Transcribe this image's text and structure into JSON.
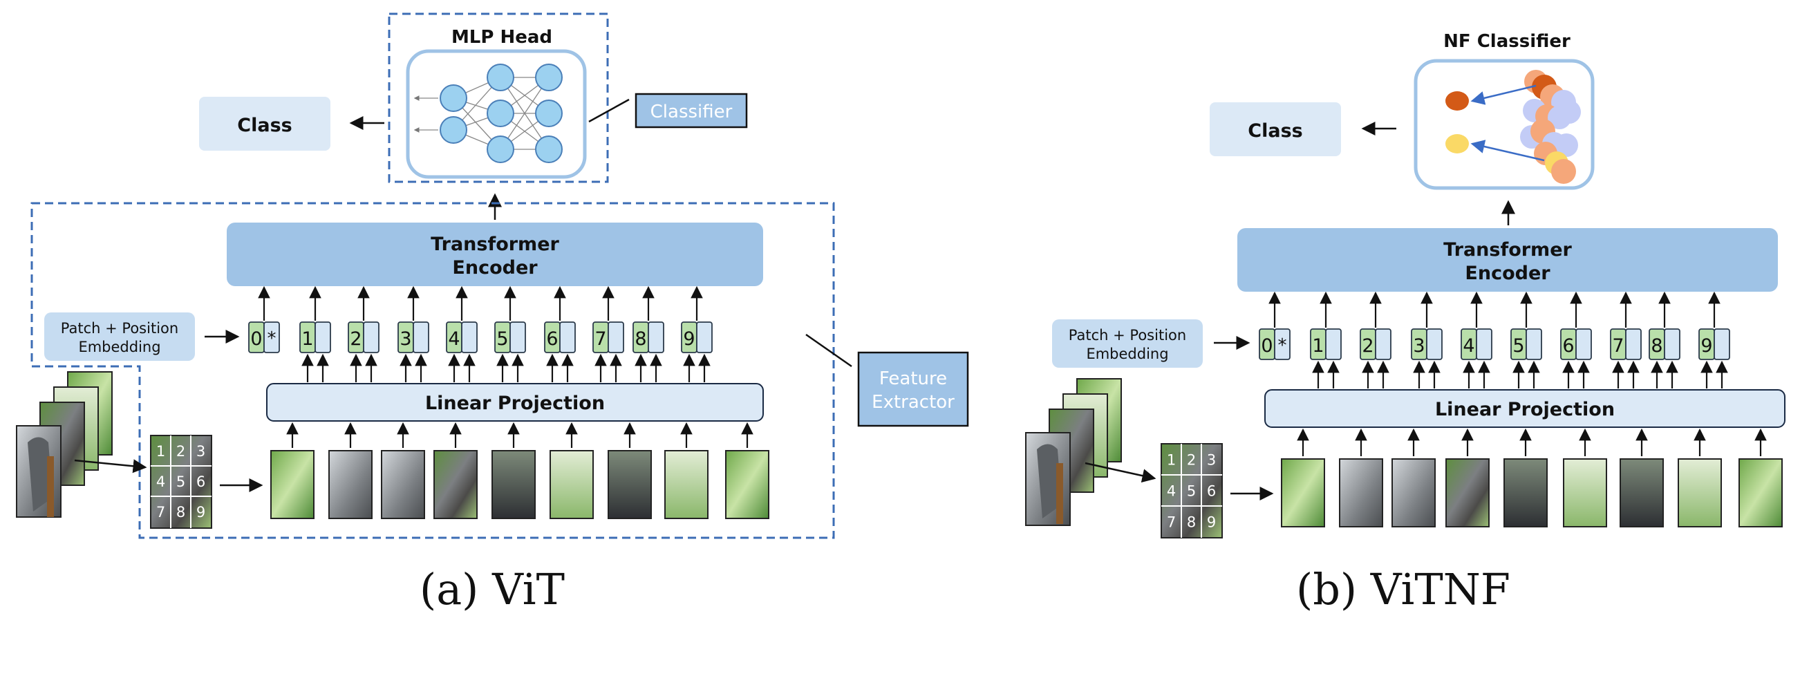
{
  "vit": {
    "mlp_head_label": "MLP Head",
    "classifier_label": "Classifier",
    "class_label": "Class",
    "transformer_label_line1": "Transformer",
    "transformer_label_line2": "Encoder",
    "patch_embed_line1": "Patch + Position",
    "patch_embed_line2": "Embedding",
    "linear_projection_label": "Linear Projection",
    "feature_extractor_line1": "Feature",
    "feature_extractor_line2": "Extractor",
    "tokens": [
      "0",
      "1",
      "2",
      "3",
      "4",
      "5",
      "6",
      "7",
      "8",
      "9"
    ],
    "class_token_mark": "*",
    "grid_numbers": [
      "1",
      "2",
      "3",
      "4",
      "5",
      "6",
      "7",
      "8",
      "9"
    ],
    "caption": "(a)  ViT"
  },
  "vitnf": {
    "nf_classifier_label": "NF Classifier",
    "class_label": "Class",
    "transformer_label_line1": "Transformer",
    "transformer_label_line2": "Encoder",
    "patch_embed_line1": "Patch + Position",
    "patch_embed_line2": "Embedding",
    "linear_projection_label": "Linear Projection",
    "tokens": [
      "0",
      "1",
      "2",
      "3",
      "4",
      "5",
      "6",
      "7",
      "8",
      "9"
    ],
    "class_token_mark": "*",
    "grid_numbers": [
      "1",
      "2",
      "3",
      "4",
      "5",
      "6",
      "7",
      "8",
      "9"
    ],
    "caption": "(b)  ViTNF"
  },
  "colors": {
    "encoder_blue": "#9fc3e6",
    "light_blue_box": "#dce9f6",
    "token_green": "#b9dfaa",
    "token_blue": "#d6e6f5",
    "dashed_border": "#3c6db5",
    "neuron_fill": "#9cd1f0",
    "nf_dark_orange": "#d35a17",
    "nf_yellow": "#fad966",
    "nf_lavender": "#c3ccf6",
    "nf_peach": "#f5a77a"
  }
}
